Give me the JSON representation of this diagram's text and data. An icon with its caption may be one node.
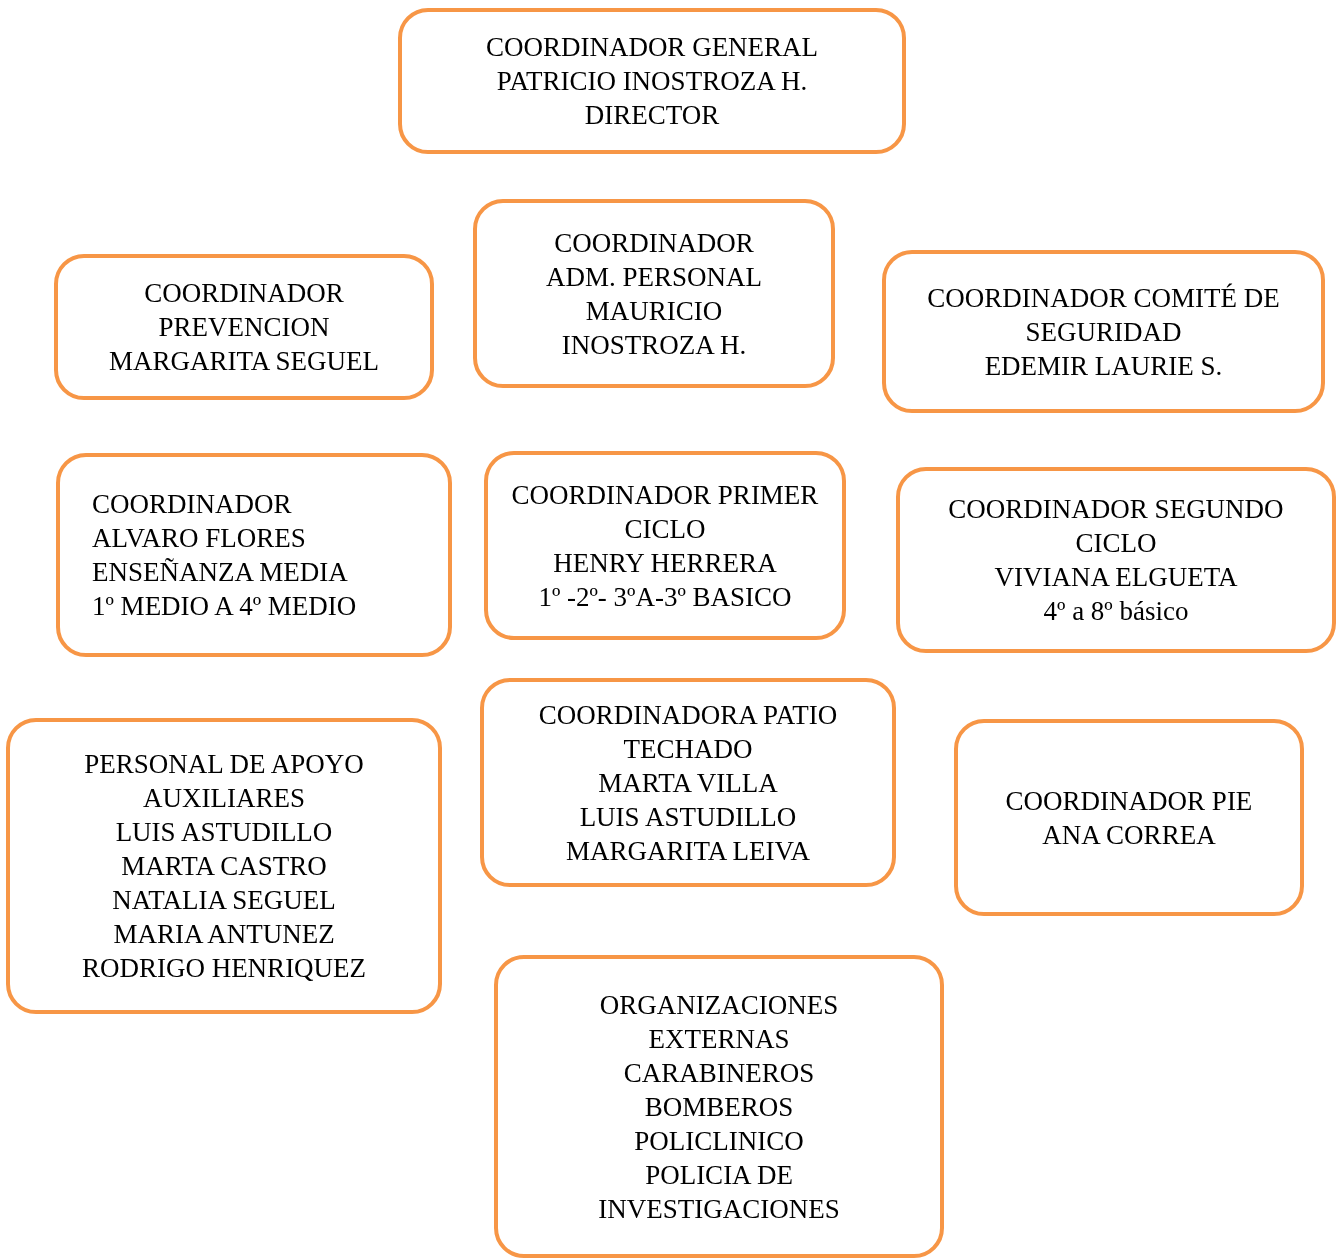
{
  "diagram": {
    "nodes": [
      {
        "text": [
          "COORDINADOR GENERAL",
          "PATRICIO INOSTROZA H.",
          "DIRECTOR"
        ]
      },
      {
        "text": [
          "COORDINADOR PREVENCION",
          "MARGARITA SEGUEL"
        ]
      },
      {
        "text": [
          "COORDINADOR ADM. PERSONAL",
          "MAURICIO INOSTROZA H."
        ]
      },
      {
        "text": [
          "COORDINADOR COMITÉ DE SEGURIDAD",
          "EDEMIR LAURIE S."
        ]
      },
      {
        "text": [
          "COORDINADOR",
          "ALVARO FLORES",
          "ENSEÑANZA MEDIA",
          "1º MEDIO A 4º MEDIO"
        ]
      },
      {
        "text": [
          "COORDINADOR PRIMER CICLO",
          "HENRY HERRERA",
          "1º -2º- 3ºA-3º BASICO"
        ]
      },
      {
        "text": [
          "COORDINADOR SEGUNDO CICLO",
          "VIVIANA ELGUETA",
          "4º a 8º básico"
        ]
      },
      {
        "text": [
          "PERSONAL DE APOYO AUXILIARES",
          "LUIS ASTUDILLO",
          "MARTA CASTRO",
          "NATALIA SEGUEL",
          "MARIA ANTUNEZ",
          "RODRIGO HENRIQUEZ"
        ]
      },
      {
        "text": [
          "COORDINADORA PATIO TECHADO",
          "MARTA VILLA",
          "LUIS ASTUDILLO",
          "MARGARITA LEIVA"
        ]
      },
      {
        "text": [
          "COORDINADOR PIE",
          "ANA CORREA"
        ]
      },
      {
        "text": [
          "ORGANIZACIONES EXTERNAS",
          "CARABINEROS",
          "BOMBEROS",
          "POLICLINICO",
          "POLICIA DE INVESTIGACIONES"
        ]
      }
    ]
  }
}
